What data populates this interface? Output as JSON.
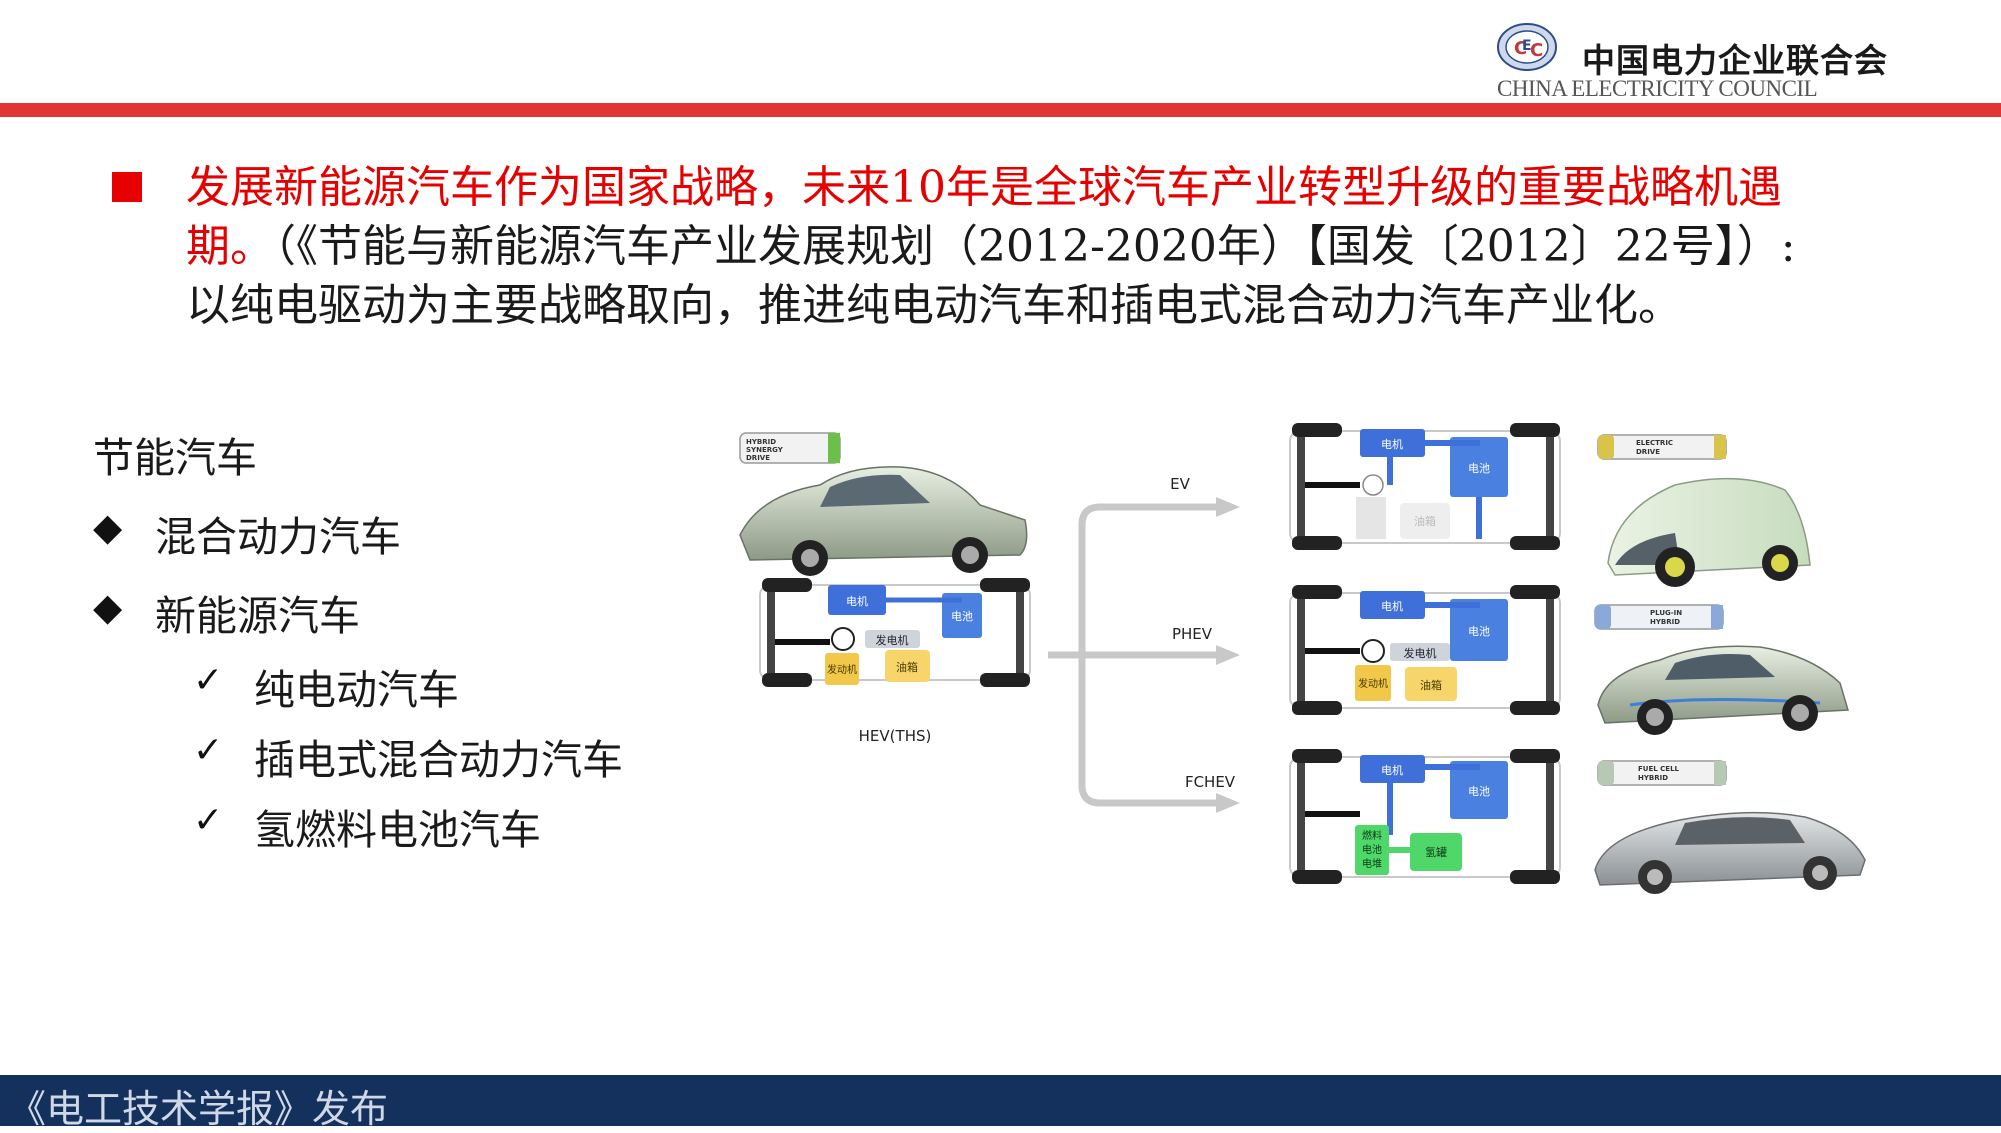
{
  "header": {
    "org_name_cn": "中国电力企业联合会",
    "org_name_en": "CHINA ELECTRICITY COUNCIL"
  },
  "headline": {
    "red_text": "发展新能源汽车作为国家战略，未来10年是全球汽车产业转型升级的重要战略机遇期。",
    "black_text": "（《节能与新能源汽车产业发展规划（2012-2020年）【国发〔2012〕22号】）:以纯电驱动为主要战略取向，推进纯电动汽车和插电式混合动力汽车产业化。"
  },
  "categories": {
    "heading": "节能汽车",
    "items": [
      {
        "label": "混合动力汽车"
      },
      {
        "label": "新能源汽车"
      }
    ],
    "sub_items": [
      {
        "label": "纯电动汽车"
      },
      {
        "label": "插电式混合动力汽车"
      },
      {
        "label": "氢燃料电池汽车"
      }
    ]
  },
  "diagram": {
    "source": {
      "name": "HEV(THS)",
      "badge": [
        "HYBRID",
        "SYNERGY",
        "DRIVE"
      ],
      "components": {
        "motor": "电机",
        "battery": "电池",
        "generator": "发电机",
        "engine": "发动机",
        "tank": "油箱"
      }
    },
    "targets": [
      {
        "name": "EV",
        "badge": [
          "ELECTRIC",
          "DRIVE"
        ],
        "components": {
          "motor": "电机",
          "battery": "电池",
          "tank": "油箱"
        }
      },
      {
        "name": "PHEV",
        "badge": [
          "PLUG-IN",
          "HYBRID"
        ],
        "components": {
          "motor": "电机",
          "battery": "电池",
          "generator": "发电机",
          "engine": "发动机",
          "tank": "油箱"
        }
      },
      {
        "name": "FCHEV",
        "badge": [
          "FUEL CELL",
          "HYBRID"
        ],
        "components": {
          "motor": "电机",
          "battery": "电池",
          "fc_line1": "燃料",
          "fc_line2": "电池",
          "fc_line3": "电堆",
          "tank": "氢罐"
        }
      }
    ]
  },
  "colors": {
    "accent_red": "#e60000",
    "rule_red": "#e23434",
    "footer_navy": "#14305c",
    "motor_blue": "#3f6fd8",
    "engine_yellow": "#f2c84b",
    "fuelcell_green": "#4fd76a"
  },
  "footer": {
    "text": "《电工技术学报》发布"
  }
}
